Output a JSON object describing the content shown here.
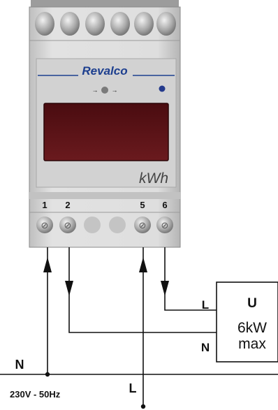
{
  "meter": {
    "brand": "Revalco",
    "unit_label": "kWh",
    "terminals": [
      "1",
      "2",
      "5",
      "6"
    ]
  },
  "load": {
    "line_label": "L",
    "neutral_label": "N",
    "title": "U",
    "rating": "6kW",
    "rating_note": "max"
  },
  "supply": {
    "neutral_label": "N",
    "line_label": "L",
    "spec": "230V - 50Hz"
  },
  "colors": {
    "meter_body": "#d8d8d8",
    "display": "#5a1216",
    "brand": "#1d3f8f",
    "wire": "#111111"
  }
}
